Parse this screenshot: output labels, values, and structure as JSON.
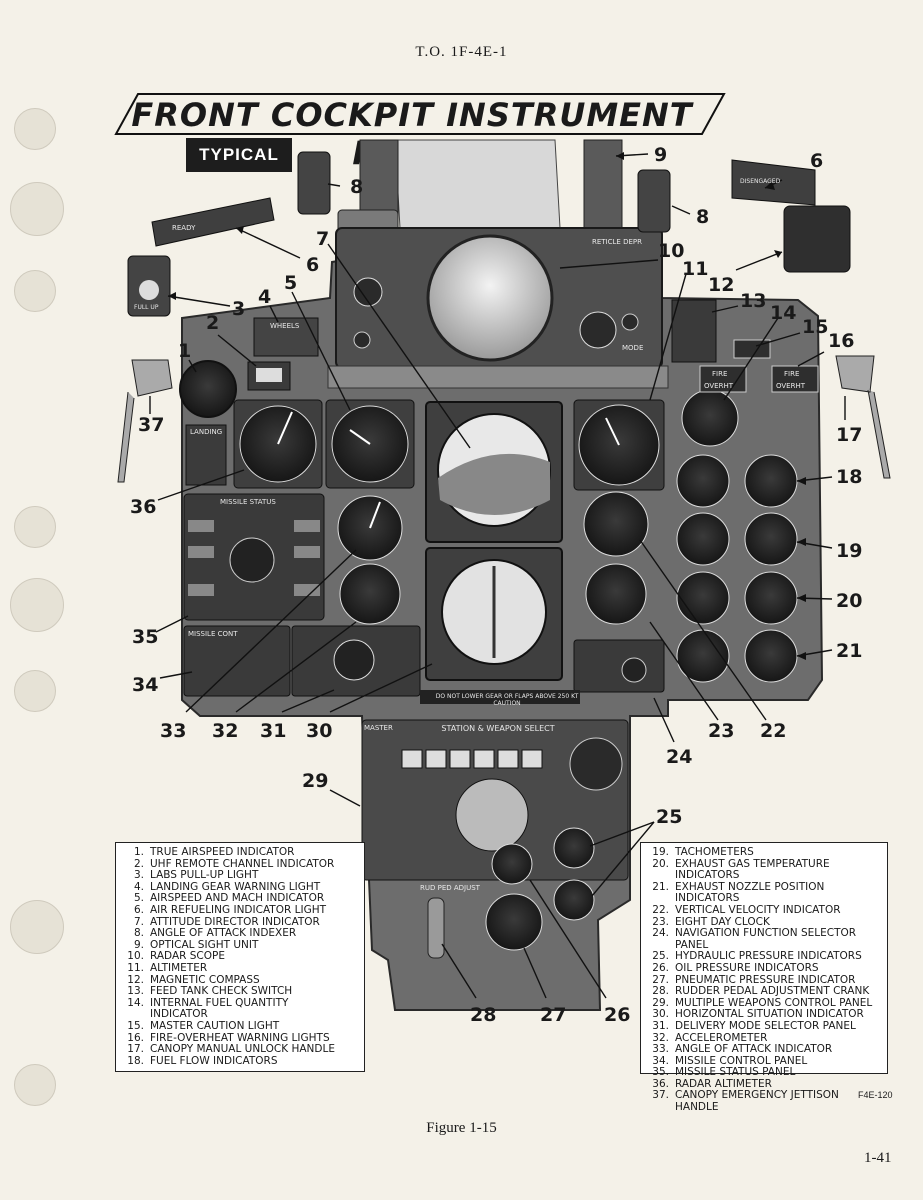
{
  "header": "T.O. 1F-4E-1",
  "title": "FRONT COCKPIT INSTRUMENT PANEL",
  "badge": "TYPICAL",
  "callouts": [
    "1",
    "2",
    "3",
    "4",
    "5",
    "6",
    "6",
    "7",
    "8",
    "8",
    "9",
    "10",
    "11",
    "12",
    "13",
    "14",
    "15",
    "16",
    "17",
    "18",
    "19",
    "20",
    "21",
    "22",
    "23",
    "24",
    "25",
    "26",
    "27",
    "28",
    "29",
    "30",
    "31",
    "32",
    "33",
    "34",
    "35",
    "36",
    "37"
  ],
  "panel_labels": {
    "caution_strip": "DO NOT LOWER GEAR OR FLAPS ABOVE 250 KT CAUTION",
    "weapon_select": "STATION & WEAPON SELECT",
    "missile_status": "MISSILE STATUS",
    "missile_cont": "MISSILE CONT",
    "landing": "LANDING",
    "wheels": "WHEELS",
    "fire": "FIRE",
    "overht": "OVERHT",
    "disengaged": "DISENGAGED",
    "ready": "READY",
    "full_up": "FULL UP",
    "rudped_adjust": "RUD PED ADJUST",
    "master": "MASTER",
    "mode": "MODE",
    "reticle_depr": "RETICLE DEPR"
  },
  "legend_left": [
    {
      "n": "1.",
      "t": "TRUE AIRSPEED INDICATOR"
    },
    {
      "n": "2.",
      "t": "UHF REMOTE CHANNEL INDICATOR"
    },
    {
      "n": "3.",
      "t": "LABS PULL-UP LIGHT"
    },
    {
      "n": "4.",
      "t": "LANDING GEAR WARNING LIGHT"
    },
    {
      "n": "5.",
      "t": "AIRSPEED AND MACH INDICATOR"
    },
    {
      "n": "6.",
      "t": "AIR REFUELING INDICATOR LIGHT"
    },
    {
      "n": "7.",
      "t": "ATTITUDE DIRECTOR INDICATOR"
    },
    {
      "n": "8.",
      "t": "ANGLE OF ATTACK INDEXER"
    },
    {
      "n": "9.",
      "t": "OPTICAL SIGHT UNIT"
    },
    {
      "n": "10.",
      "t": "RADAR SCOPE"
    },
    {
      "n": "11.",
      "t": "ALTIMETER"
    },
    {
      "n": "12.",
      "t": "MAGNETIC COMPASS"
    },
    {
      "n": "13.",
      "t": "FEED TANK CHECK SWITCH"
    },
    {
      "n": "14.",
      "t": "INTERNAL FUEL QUANTITY"
    },
    {
      "n": "",
      "t": "INDICATOR"
    },
    {
      "n": "15.",
      "t": "MASTER CAUTION LIGHT"
    },
    {
      "n": "16.",
      "t": "FIRE-OVERHEAT WARNING LIGHTS"
    },
    {
      "n": "17.",
      "t": "CANOPY MANUAL UNLOCK HANDLE"
    },
    {
      "n": "18.",
      "t": "FUEL FLOW INDICATORS"
    }
  ],
  "legend_right": [
    {
      "n": "19.",
      "t": "TACHOMETERS"
    },
    {
      "n": "20.",
      "t": "EXHAUST GAS TEMPERATURE INDICATORS"
    },
    {
      "n": "21.",
      "t": "EXHAUST NOZZLE POSITION INDICATORS"
    },
    {
      "n": "22.",
      "t": "VERTICAL VELOCITY INDICATOR"
    },
    {
      "n": "23.",
      "t": "EIGHT DAY CLOCK"
    },
    {
      "n": "24.",
      "t": "NAVIGATION FUNCTION SELECTOR PANEL"
    },
    {
      "n": "25.",
      "t": "HYDRAULIC PRESSURE INDICATORS"
    },
    {
      "n": "26.",
      "t": "OIL PRESSURE INDICATORS"
    },
    {
      "n": "27.",
      "t": "PNEUMATIC PRESSURE INDICATOR"
    },
    {
      "n": "28.",
      "t": "RUDDER PEDAL ADJUSTMENT CRANK"
    },
    {
      "n": "29.",
      "t": "MULTIPLE WEAPONS CONTROL PANEL"
    },
    {
      "n": "30.",
      "t": "HORIZONTAL SITUATION INDICATOR"
    },
    {
      "n": "31.",
      "t": "DELIVERY MODE SELECTOR PANEL"
    },
    {
      "n": "32.",
      "t": "ACCELEROMETER"
    },
    {
      "n": "33.",
      "t": "ANGLE OF ATTACK INDICATOR"
    },
    {
      "n": "34.",
      "t": "MISSILE CONTROL PANEL"
    },
    {
      "n": "35.",
      "t": "MISSILE STATUS PANEL"
    },
    {
      "n": "36.",
      "t": "RADAR ALTIMETER"
    },
    {
      "n": "37.",
      "t": "CANOPY EMERGENCY JETTISON HANDLE"
    }
  ],
  "figure_caption": "Figure 1-15",
  "figure_code": "F4E-120",
  "page_number": "1-41"
}
